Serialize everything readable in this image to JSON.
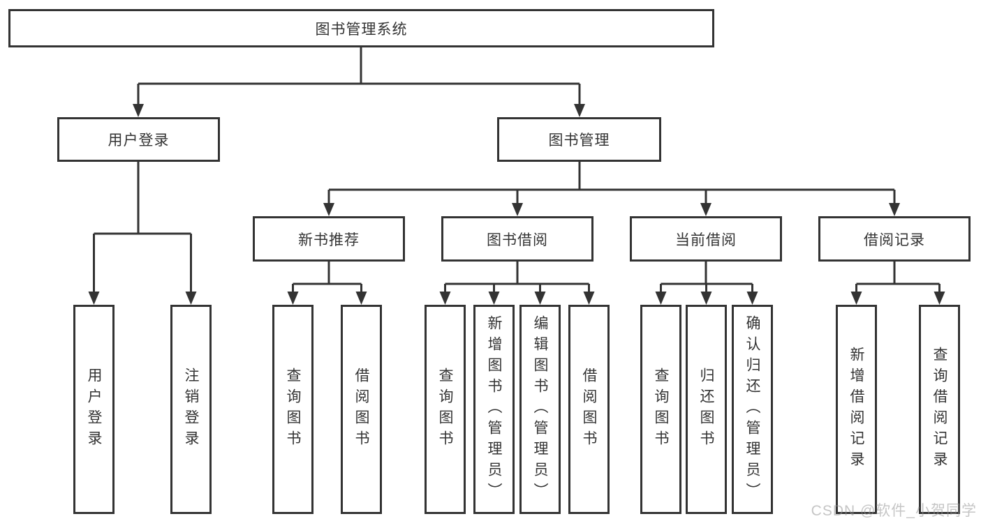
{
  "diagram": {
    "root": "图书管理系统",
    "level2": [
      "用户登录",
      "图书管理"
    ],
    "login_children": [
      "用户登录",
      "注销登录"
    ],
    "level3": [
      {
        "label": "新书推荐",
        "children": [
          "查询图书",
          "借阅图书"
        ]
      },
      {
        "label": "图书借阅",
        "children": [
          "查询图书",
          "新增图书（管理员）",
          "编辑图书（管理员）",
          "借阅图书"
        ]
      },
      {
        "label": "当前借阅",
        "children": [
          "查询图书",
          "归还图书",
          "确认归还（管理员）"
        ]
      },
      {
        "label": "借阅记录",
        "children": [
          "新增借阅记录",
          "查询借阅记录"
        ]
      }
    ]
  },
  "watermark": "CSDN @软件_小贺同学",
  "colors": {
    "line": "#333333",
    "box_border": "#333333",
    "text": "#333333",
    "background": "#ffffff",
    "watermark_text": "#a9a9a9"
  }
}
